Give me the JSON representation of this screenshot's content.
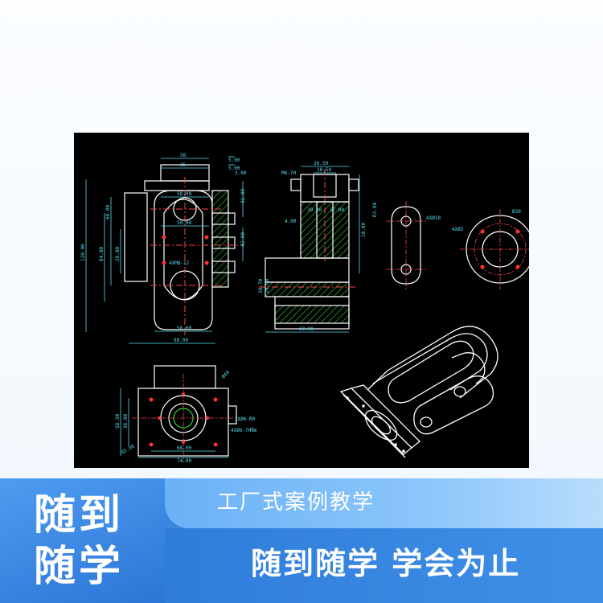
{
  "banner": {
    "brand_line1": "随到",
    "brand_line2": "随学",
    "subtitle": "工厂式案例教学",
    "slogan": "随到随学 学会为止"
  },
  "drawing": {
    "dims": {
      "d58a": "58",
      "d35": "35",
      "d5a": "5.00",
      "d5b": "5.00",
      "d58b": "58.00",
      "d3a": "3.00",
      "d50": "50.00",
      "d32": "32.00",
      "d42": "42.00",
      "d120": "120.00",
      "d64": "64.00",
      "d28": "28.00",
      "d60v": "60.00",
      "holes": "4XM8-12",
      "d58c": "58.00",
      "d98": "98.00",
      "d2650": "26.50",
      "d1850": "18.50",
      "d3900": "39.00",
      "d1700": "17.00",
      "r3": "R3.00",
      "d4": "4.00",
      "d2870": "28.70",
      "d2000": "20.00",
      "d600": "60.00",
      "d1000": "10.00",
      "d42h": "4XØ10",
      "d42d": "4XØ2",
      "phi": "Ø30",
      "dia48": "Ø48",
      "d5850": "58.50",
      "d3600": "36.00",
      "d6800": "68.00",
      "d7400": "74.00",
      "m4": "2XØ6-Ñ0",
      "m5": "4XØ6-7HÑm",
      "d4500": "45.00",
      "mk": "M6-7H"
    }
  }
}
